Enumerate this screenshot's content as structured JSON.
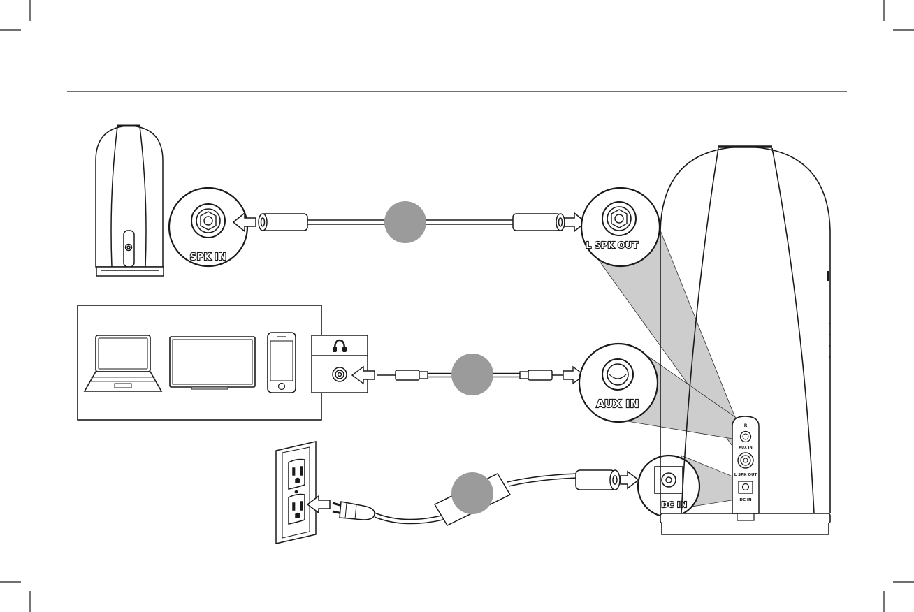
{
  "connectors": {
    "spk_in": "SPK IN",
    "l_spk_out": "L SPK OUT",
    "aux_in": "AUX IN",
    "dc_in": "DC IN"
  },
  "back_panel": {
    "r": "R",
    "aux_in": "AUX IN",
    "l_spk_out": "L SPK OUT",
    "dc_in": "DC IN"
  },
  "icons": {
    "headphone": "headphone-icon",
    "laptop": "laptop-icon",
    "tv": "tv-icon",
    "phone": "phone-icon",
    "outlet": "wall-outlet-icon",
    "plug": "power-plug-icon"
  },
  "colors": {
    "line": "#1a1a1a",
    "marker": "#9b9b9b",
    "beam": "#c8c8c8"
  }
}
